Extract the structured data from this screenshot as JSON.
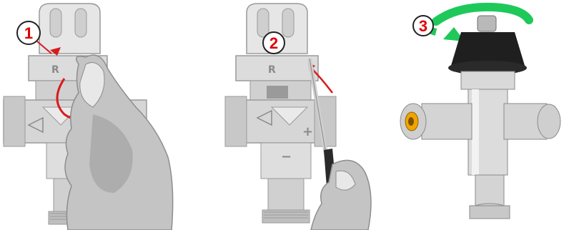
{
  "steps": [
    {
      "number": "1",
      "action": "remove-cap"
    },
    {
      "number": "2",
      "action": "pry-with-screwdriver"
    },
    {
      "number": "3",
      "action": "rotate-knob"
    }
  ],
  "valve_markings": {
    "logo": "R",
    "plus": "+",
    "minus": "−"
  },
  "colors": {
    "badge_number": "#e00000",
    "badge_ring": "#222222",
    "arrow_red": "#d81b1b",
    "arrow_green": "#1ec95a",
    "valve_grey": "#d9d9d9",
    "valve_dark": "#9a9a9a",
    "cap_black": "#1f1f1f",
    "brass": "#f2a400",
    "hand": "#bfbfbf"
  },
  "icons": [
    "hand-icon",
    "screwdriver-icon",
    "rotation-arrow-icon",
    "curved-arrow-icon"
  ]
}
